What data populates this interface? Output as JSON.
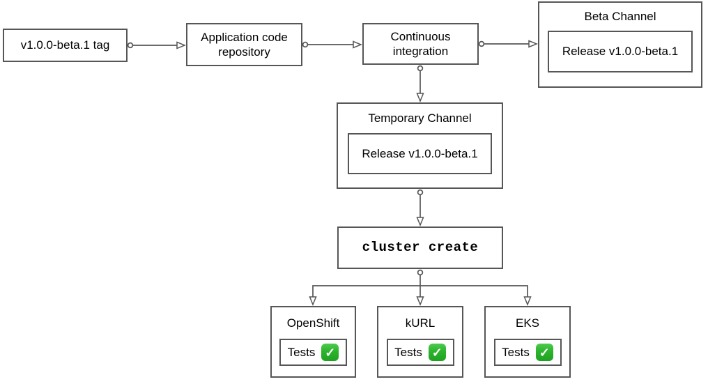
{
  "diagram": {
    "background_color": "#ffffff",
    "stroke_color": "#565656",
    "text_color": "#000000",
    "check_green": "#2cb32c",
    "nodes": {
      "tag": {
        "label": "v1.0.0-beta.1 tag"
      },
      "repo": {
        "label": "Application code repository"
      },
      "ci": {
        "label": "Continuous integration"
      },
      "beta_channel": {
        "title": "Beta Channel",
        "release_label": "Release v1.0.0-beta.1"
      },
      "temporary_channel": {
        "title": "Temporary Channel",
        "release_label": "Release v1.0.0-beta.1"
      },
      "cluster_create": {
        "label": "cluster create"
      },
      "clusters": [
        {
          "title": "OpenShift",
          "tests_label": "Tests",
          "status_icon": "check-mark-button",
          "status_glyph": "✓"
        },
        {
          "title": "kURL",
          "tests_label": "Tests",
          "status_icon": "check-mark-button",
          "status_glyph": "✓"
        },
        {
          "title": "EKS",
          "tests_label": "Tests",
          "status_icon": "check-mark-button",
          "status_glyph": "✓"
        }
      ]
    }
  }
}
